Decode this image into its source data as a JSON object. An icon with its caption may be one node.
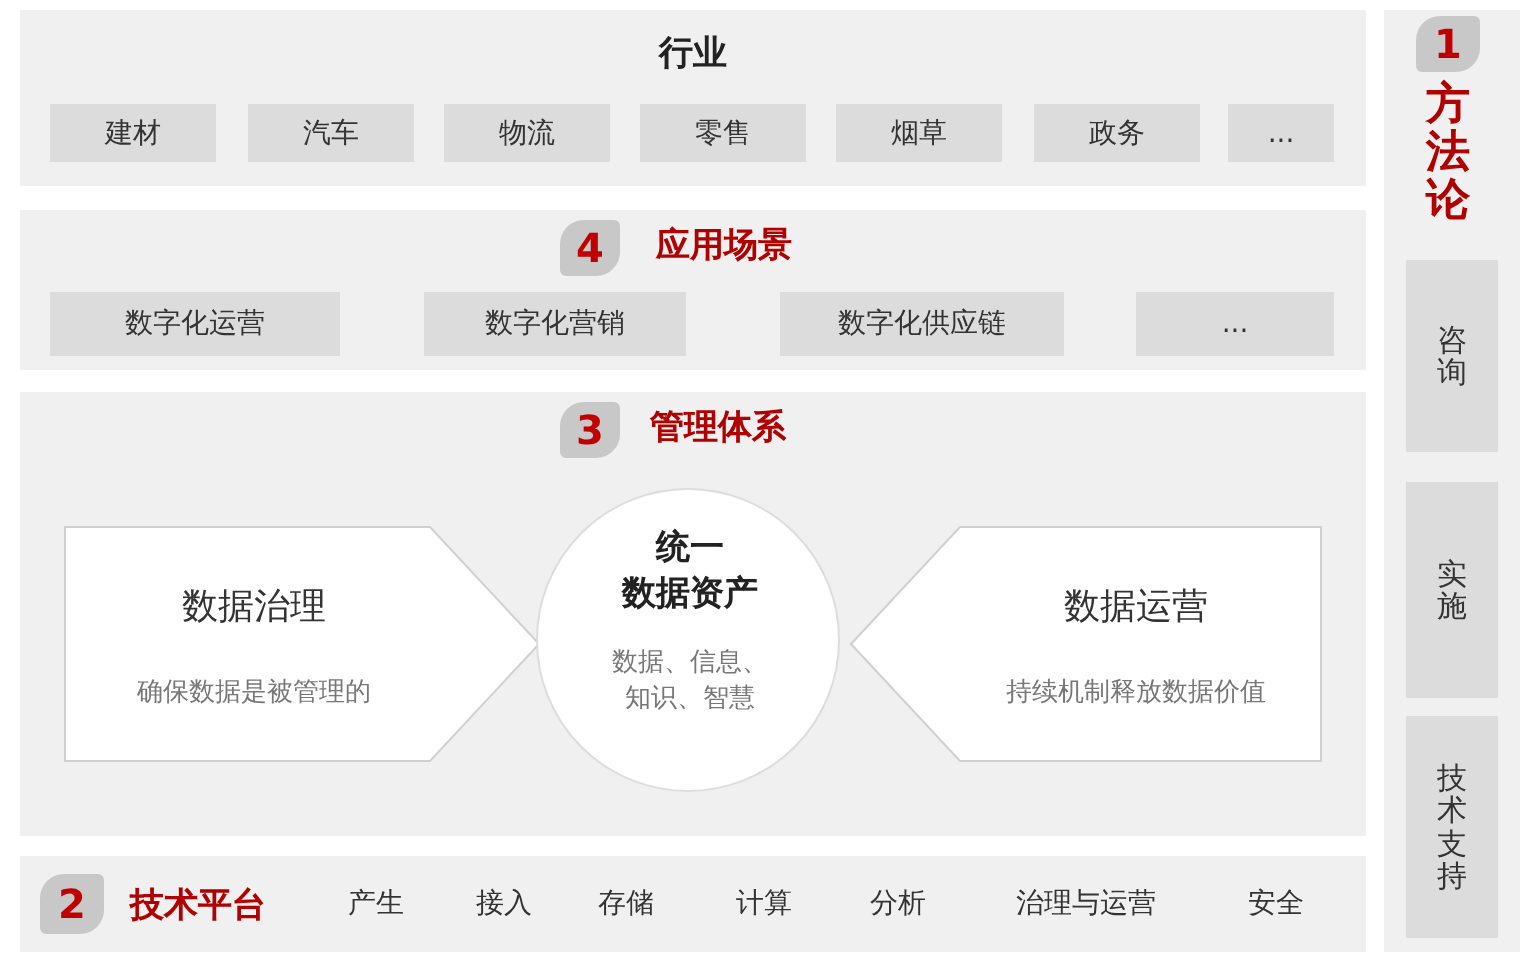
{
  "diagram": {
    "nodes": [
      {
        "text": [
          "行业"
        ]
      },
      {
        "text": [
          "建材"
        ],
        "in": 0
      },
      {
        "text": [
          "汽车"
        ],
        "in": 0
      },
      {
        "text": [
          "物流"
        ],
        "in": 0
      },
      {
        "text": [
          "零售"
        ],
        "in": 0
      },
      {
        "text": [
          "烟草"
        ],
        "in": 0
      },
      {
        "text": [
          "政务"
        ],
        "in": 0
      },
      {
        "text": [
          "..."
        ],
        "in": 0
      },
      {
        "text": [
          "应用场景"
        ]
      },
      {
        "text": [
          "4"
        ],
        "in": 8
      },
      {
        "text": [
          "数字化运营"
        ],
        "in": 8
      },
      {
        "text": [
          "数字化营销"
        ],
        "in": 8
      },
      {
        "text": [
          "数字化供应链"
        ],
        "in": 8
      },
      {
        "text": [
          "..."
        ],
        "in": 8
      },
      {
        "text": [
          "管理体系"
        ]
      },
      {
        "text": [
          "3"
        ],
        "in": 14
      },
      {
        "text": [
          "数据治理",
          "确保数据是被管理的"
        ],
        "in": 14
      },
      {
        "text": [
          "统一",
          "数据资产",
          "数据、信息、知识、智慧"
        ],
        "in": 14
      },
      {
        "text": [
          "数据运营",
          "持续机制释放数据价值"
        ],
        "in": 14
      },
      {
        "text": [
          "技术平台",
          "产生",
          "接入",
          "存储",
          "计算",
          "分析",
          "治理与运营",
          "安全"
        ]
      },
      {
        "text": [
          "2"
        ],
        "in": 19
      },
      {
        "text": [
          "方法论"
        ]
      },
      {
        "text": [
          "1"
        ],
        "in": 21
      },
      {
        "text": [
          "咨询"
        ],
        "in": 21
      },
      {
        "text": [
          "实施"
        ],
        "in": 21
      },
      {
        "text": [
          "技术支持"
        ],
        "in": 21
      }
    ],
    "edges": []
  }
}
